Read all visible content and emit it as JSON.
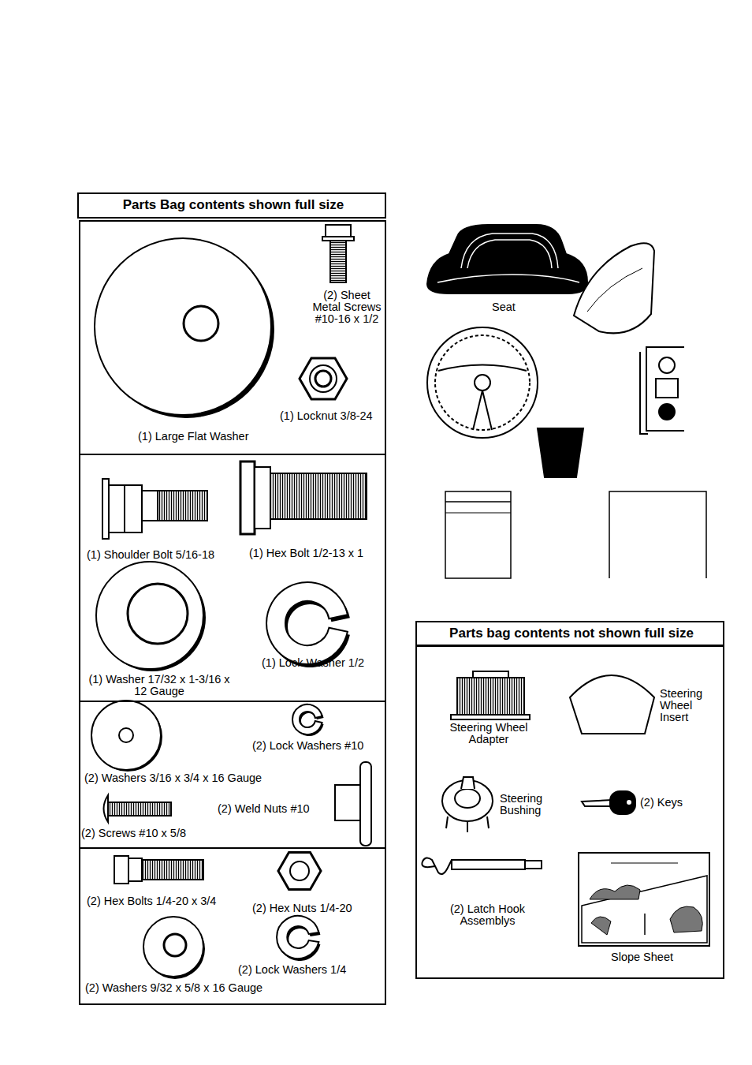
{
  "diagram": {
    "nodes": [
      {
        "text": [
          "Parts Bag contents shown full size"
        ]
      },
      {
        "text": [
          "(2) Sheet Metal Screws #10-16 x 1/2",
          "(1) Locknut 3/8-24",
          "(1) Large Flat Washer"
        ]
      },
      {
        "text": [
          "(1) Shoulder Bolt 5/16-18",
          "(1) Hex Bolt 1/2-13 x 1",
          "(1) Washer 17/32 x 1-3/16 x 12 Gauge",
          "(1) Lock Washer 1/2"
        ]
      },
      {
        "text": [
          "(2) Lock Washers #10",
          "(2) Washers 3/16 x 3/4 x 16 Gauge",
          "(2) Weld Nuts #10",
          "(2) Screws #10 x 5/8"
        ]
      },
      {
        "text": [
          "(2) Hex Bolts 1/4-20 x 3/4",
          "(2) Hex Nuts 1/4-20",
          "(2) Lock Washers 1/4",
          "(2) Washers 9/32 x 5/8 x 16 Gauge"
        ]
      },
      {
        "text": [
          "Parts bag contents not shown full size"
        ]
      },
      {
        "text": [
          "Steering Wheel Adapter",
          "Steering Wheel Insert",
          "Steering Bushing",
          "(2) Keys",
          "(2) Latch Hook Assemblys",
          "Slope Sheet"
        ]
      }
    ],
    "labels": [
      "Seat"
    ]
  }
}
